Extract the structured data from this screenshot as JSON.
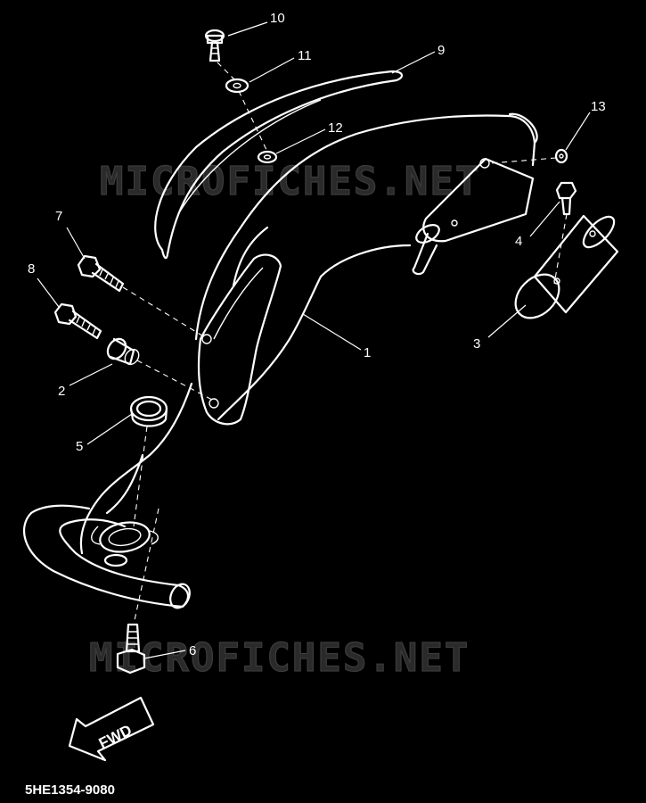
{
  "watermark": {
    "text": "MICROFICHES.NET"
  },
  "direction_arrow": {
    "label": "FWD"
  },
  "diagram_code": "5HE1354-9080",
  "callouts": [
    {
      "id": "1",
      "label": "1"
    },
    {
      "id": "2",
      "label": "2"
    },
    {
      "id": "3",
      "label": "3"
    },
    {
      "id": "4",
      "label": "4"
    },
    {
      "id": "5",
      "label": "5"
    },
    {
      "id": "6",
      "label": "6"
    },
    {
      "id": "7",
      "label": "7"
    },
    {
      "id": "8",
      "label": "8"
    },
    {
      "id": "9",
      "label": "9"
    },
    {
      "id": "10",
      "label": "10"
    },
    {
      "id": "11",
      "label": "11"
    },
    {
      "id": "12",
      "label": "12"
    },
    {
      "id": "13",
      "label": "13"
    }
  ]
}
